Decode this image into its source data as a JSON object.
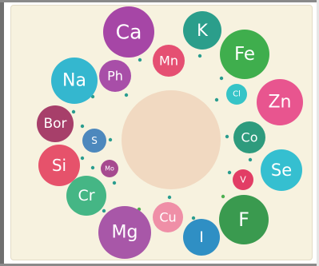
{
  "center_color": "#f1d9c1",
  "elements": [
    {
      "symbol": "Ca",
      "color": "#a646a6"
    },
    {
      "symbol": "K",
      "color": "#2b9e8b"
    },
    {
      "symbol": "Fe",
      "color": "#3fae4d"
    },
    {
      "symbol": "Mn",
      "color": "#e54f72"
    },
    {
      "symbol": "Ph",
      "color": "#a84ea8"
    },
    {
      "symbol": "Na",
      "color": "#34b7cf"
    },
    {
      "symbol": "Cl",
      "color": "#36c4c7"
    },
    {
      "symbol": "Zn",
      "color": "#e8558f"
    },
    {
      "symbol": "Bor",
      "color": "#a73f6a"
    },
    {
      "symbol": "Co",
      "color": "#2e9b7d"
    },
    {
      "symbol": "S",
      "color": "#4d88bd"
    },
    {
      "symbol": "Se",
      "color": "#35bfd0"
    },
    {
      "symbol": "Si",
      "color": "#e6526b"
    },
    {
      "symbol": "Mo",
      "color": "#a64a8f"
    },
    {
      "symbol": "V",
      "color": "#e23d65"
    },
    {
      "symbol": "Cr",
      "color": "#45b685"
    },
    {
      "symbol": "F",
      "color": "#3a9a4f"
    },
    {
      "symbol": "Cu",
      "color": "#ef8fa7"
    },
    {
      "symbol": "Mg",
      "color": "#a857a8"
    },
    {
      "symbol": "I",
      "color": "#2f8fc4"
    }
  ],
  "dot_colors": {
    "teal": "#2a9d8f",
    "green": "#4caf50"
  }
}
